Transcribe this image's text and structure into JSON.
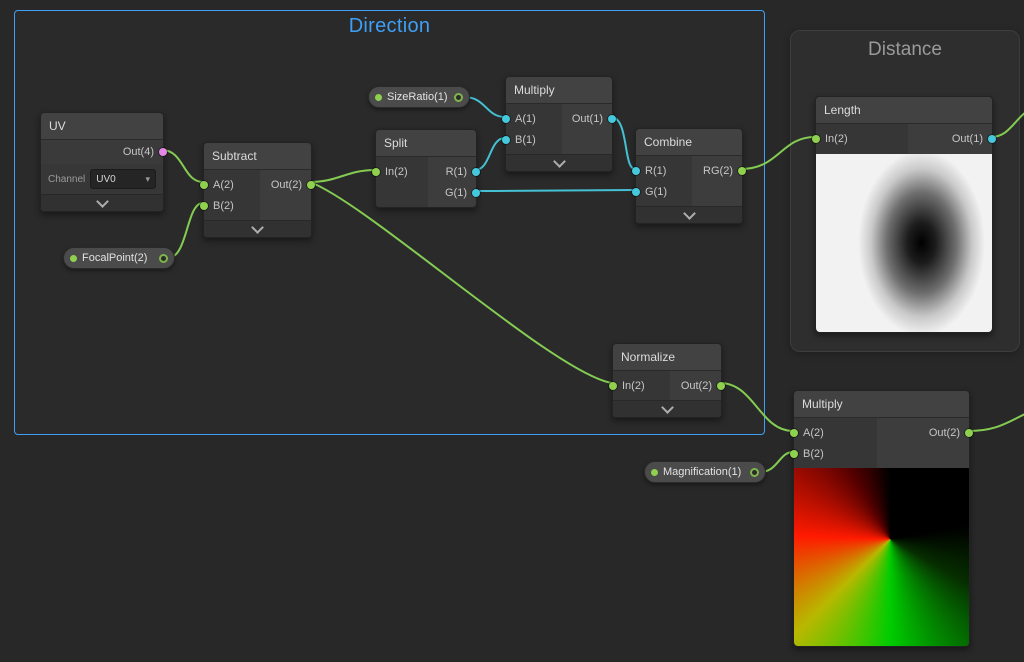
{
  "canvas": {
    "direction_group_title": "Direction",
    "distance_group_title": "Distance"
  },
  "nodes": {
    "uv": {
      "title": "UV",
      "out_label": "Out(4)",
      "channel_label": "Channel",
      "channel_value": "UV0"
    },
    "subtract": {
      "title": "Subtract",
      "a_label": "A(2)",
      "b_label": "B(2)",
      "out_label": "Out(2)"
    },
    "split": {
      "title": "Split",
      "in_label": "In(2)",
      "r_label": "R(1)",
      "g_label": "G(1)"
    },
    "multiply_top": {
      "title": "Multiply",
      "a_label": "A(1)",
      "b_label": "B(1)",
      "out_label": "Out(1)"
    },
    "combine": {
      "title": "Combine",
      "r_label": "R(1)",
      "g_label": "G(1)",
      "out_label": "RG(2)"
    },
    "normalize": {
      "title": "Normalize",
      "in_label": "In(2)",
      "out_label": "Out(2)"
    },
    "length": {
      "title": "Length",
      "in_label": "In(2)",
      "out_label": "Out(1)"
    },
    "multiply_bottom": {
      "title": "Multiply",
      "a_label": "A(2)",
      "b_label": "B(2)",
      "out_label": "Out(2)"
    }
  },
  "properties": {
    "focal_point": "FocalPoint(2)",
    "size_ratio": "SizeRatio(1)",
    "magnification": "Magnification(1)"
  },
  "colors": {
    "background": "#282828",
    "node_body": "#3a3a3a",
    "group_border_blue": "#3f9ff5",
    "direction_title": "#3f9ff5",
    "distance_title": "#9a9a9a",
    "edge_vector2": "#84cc52",
    "edge_float": "#45c1d4",
    "port_vector2": "#8fd14f",
    "port_float": "#45c8dc",
    "port_vector4": "#e488e4"
  }
}
